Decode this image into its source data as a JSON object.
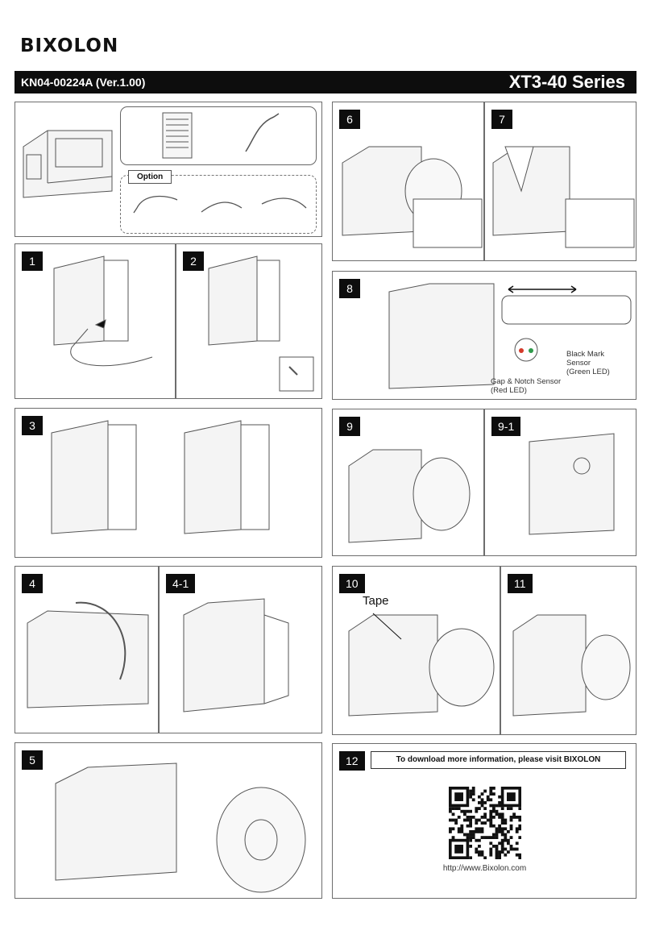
{
  "header": {
    "logo": "BIXOLON",
    "doc_code": "KN04-00224A (Ver.1.00)",
    "series": "XT3-40 Series"
  },
  "box_contents": {
    "option_label": "Option"
  },
  "steps": {
    "s1": "1",
    "s2": "2",
    "s3": "3",
    "s4": "4",
    "s4_1": "4-1",
    "s5": "5",
    "s6": "6",
    "s7": "7",
    "s8": "8",
    "s9": "9",
    "s9_1": "9-1",
    "s10": "10",
    "s11": "11",
    "s12": "12"
  },
  "step8": {
    "black_mark_sensor": "Black Mark\nSensor\n(Green LED)",
    "gap_notch_sensor": "Gap & Notch Sensor\n(Red LED)"
  },
  "step10": {
    "tape_label": "Tape"
  },
  "step12": {
    "download_text": "To download more information, please visit BIXOLON",
    "url": "http://www.Bixolon.com"
  },
  "colors": {
    "title_bar": "#0d0d0d",
    "panel_border": "#6d6d6d",
    "red_led": "#d43a2a",
    "green_led": "#2e9a4a"
  }
}
